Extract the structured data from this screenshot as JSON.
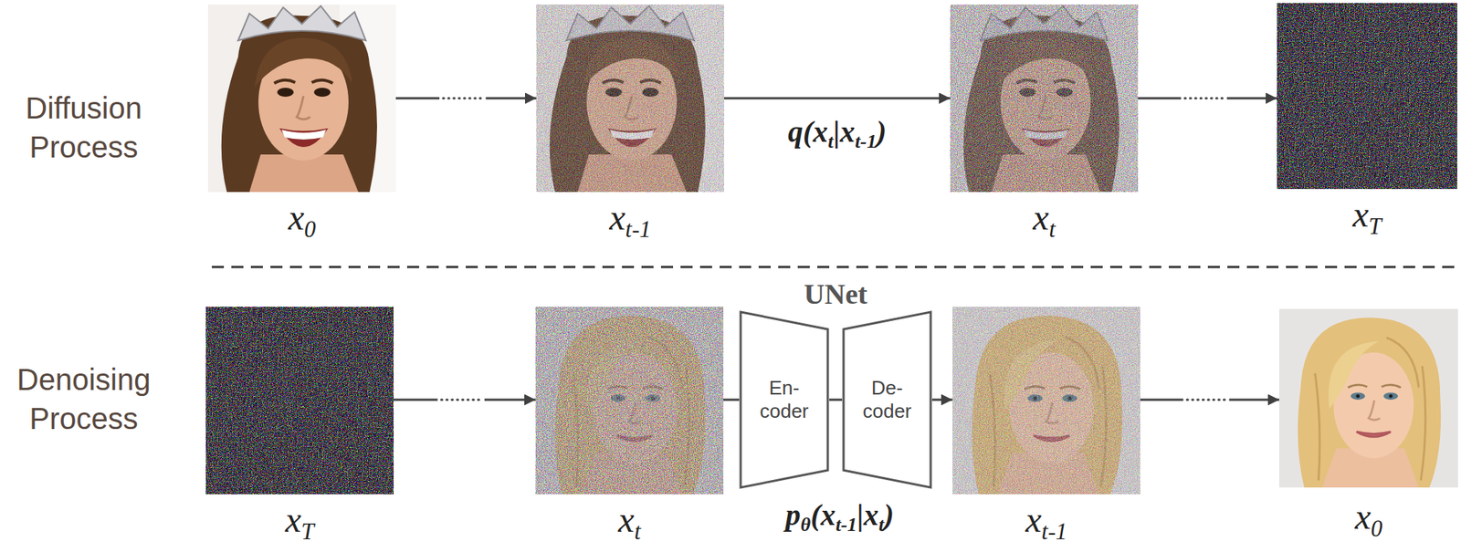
{
  "diagram": {
    "nodes": [
      {
        "text": [
          "x0"
        ]
      },
      {
        "text": [
          "xt-1"
        ]
      },
      {
        "text": [
          "xt"
        ]
      },
      {
        "text": [
          "xT"
        ]
      },
      {
        "text": [
          "xT"
        ]
      },
      {
        "text": [
          "xt"
        ]
      },
      {
        "text": [
          "UNet"
        ]
      },
      {
        "text": [
          "En- coder"
        ],
        "in": 6
      },
      {
        "text": [
          "De- coder"
        ],
        "in": 6
      },
      {
        "text": [
          "xt-1"
        ]
      },
      {
        "text": [
          "x0"
        ]
      }
    ],
    "edges": [
      {
        "from": 0,
        "to": 1,
        "arrow": "to"
      },
      {
        "from": 1,
        "to": 2,
        "label": "q(xt|xt-1)",
        "arrow": "to"
      },
      {
        "from": 2,
        "to": 3,
        "arrow": "to"
      },
      {
        "from": 4,
        "to": 5,
        "arrow": "to"
      },
      {
        "from": 5,
        "to": 7,
        "arrow": "none"
      },
      {
        "from": 7,
        "to": 8,
        "arrow": "none"
      },
      {
        "from": 8,
        "to": 9,
        "arrow": "to"
      },
      {
        "from": 9,
        "to": 10,
        "arrow": "to"
      }
    ],
    "labels": [
      "Diffusion Process",
      "Denoising Process",
      "pθ(xt-1|xt)"
    ]
  }
}
